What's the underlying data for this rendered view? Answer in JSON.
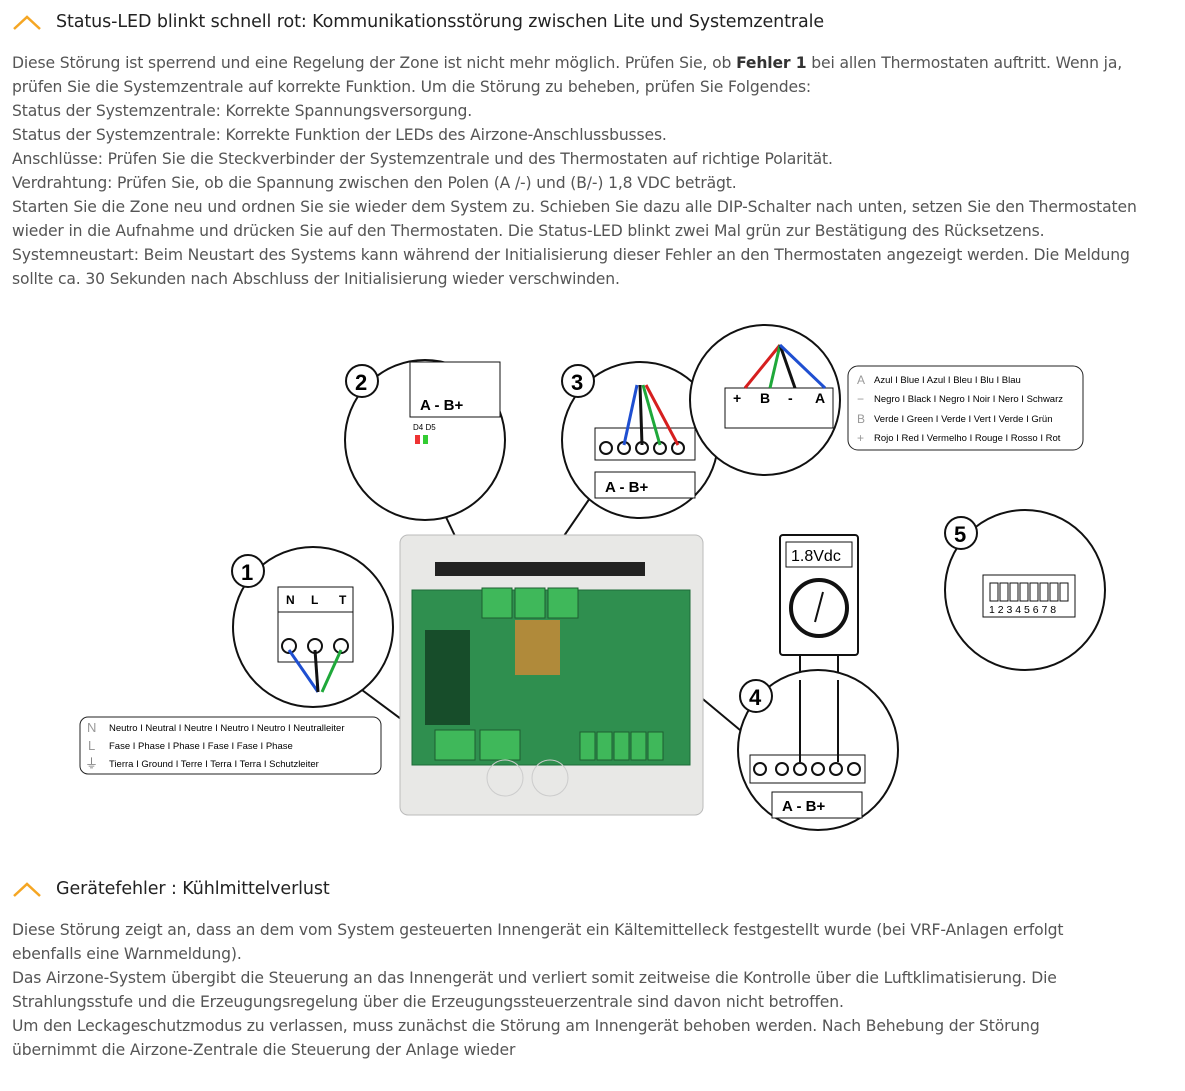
{
  "section1": {
    "title": "Status-LED blinkt schnell rot: Kommunikationsstörung zwischen Lite und Systemzentrale",
    "line1_a": "Diese Störung ist sperrend und eine Regelung der Zone ist nicht mehr möglich. Prüfen Sie, ob ",
    "line1_bold": "Fehler 1",
    "line1_b": " bei allen Thermostaten auftritt. Wenn ja,",
    "lines": [
      "prüfen Sie die Systemzentrale auf korrekte Funktion. Um die Störung zu beheben, prüfen Sie Folgendes:",
      "Status der Systemzentrale: Korrekte Spannungsversorgung.",
      "Status der Systemzentrale: Korrekte Funktion der LEDs des Airzone-Anschlussbusses.",
      "Anschlüsse: Prüfen Sie die Steckverbinder der Systemzentrale und des Thermostaten auf richtige Polarität.",
      "Verdrahtung: Prüfen Sie, ob die Spannung zwischen den Polen (A /-) und (B/-) 1,8 VDC beträgt.",
      "Starten Sie die Zone neu und ordnen Sie sie wieder dem System zu. Schieben Sie dazu alle DIP-Schalter nach unten, setzen Sie den Thermostaten",
      "wieder in die Aufnahme und drücken Sie auf den Thermostaten. Die Status-LED blinkt zwei Mal grün zur Bestätigung des Rücksetzens.",
      "Systemneustart: Beim Neustart des Systems kann während der Initialisierung dieser Fehler an den Thermostaten angezeigt werden. Die Meldung",
      "sollte ca. 30 Sekunden nach Abschluss der Initialisierung wieder verschwinden."
    ]
  },
  "diagram": {
    "callouts": [
      "1",
      "2",
      "3",
      "4",
      "5"
    ],
    "nlt": [
      "N",
      "L",
      "T"
    ],
    "bus_label": "A - B+",
    "led_label": "D4 D5",
    "wire_labels": [
      "+",
      "B",
      "-",
      "A"
    ],
    "voltmeter": "1.8Vdc",
    "dip_numbers": "1 2 3 4 5 6 7 8",
    "legend_wires": [
      {
        "sym": "A",
        "text": "Azul I Blue I Azul I Bleu I Blu I Blau"
      },
      {
        "sym": "−",
        "text": "Negro I Black I Negro I Noir I Nero I Schwarz"
      },
      {
        "sym": "B",
        "text": "Verde I Green I Verde I Vert I Verde I Grün"
      },
      {
        "sym": "+",
        "text": "Rojo I Red I Vermelho I Rouge I Rosso I Rot"
      }
    ],
    "legend_power": [
      {
        "sym": "N",
        "text": "Neutro I Neutral I Neutre I  Neutro I Neutro I Neutralleiter"
      },
      {
        "sym": "L",
        "text": "Fase I Phase I Phase I Fase I Fase I Phase"
      },
      {
        "sym": "⏚",
        "text": "Tierra I Ground I Terre I Terra I Terra I Schutzleiter"
      }
    ],
    "colors": {
      "blue": "#1f4fd1",
      "black": "#111111",
      "green": "#1fa83a",
      "red": "#d61f1f",
      "pcb": "#2f8f4f"
    }
  },
  "section2": {
    "title": "Gerätefehler : Kühlmittelverlust",
    "lines": [
      "Diese Störung zeigt an, dass an dem vom System gesteuerten Innengerät ein Kältemittelleck festgestellt wurde (bei VRF-Anlagen erfolgt",
      "ebenfalls eine Warnmeldung).",
      "Das Airzone-System übergibt die Steuerung an das Innengerät und verliert somit zeitweise die Kontrolle über die Luftklimatisierung. Die",
      "Strahlungsstufe und die Erzeugungsregelung über die Erzeugungssteuerzentrale sind davon nicht betroffen.",
      "Um den Leckageschutzmodus zu verlassen, muss zunächst die Störung am Innengerät behoben werden. Nach Behebung der Störung",
      "übernimmt die Airzone-Zentrale die Steuerung der Anlage wieder"
    ]
  },
  "accent": "#f5a623"
}
